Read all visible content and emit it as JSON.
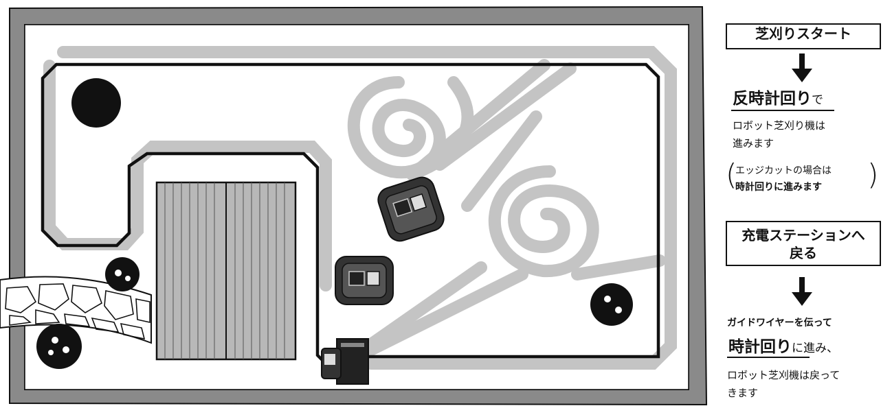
{
  "steps": {
    "start": {
      "box_label": "芝刈りスタート",
      "direction_bold": "反時計回り",
      "direction_suffix": "で",
      "line1": "ロボット芝刈り機は",
      "line2": "進みます",
      "note_line1": "エッジカットの場合は",
      "note_line2": "時計回りに進みます"
    },
    "return": {
      "box_line1": "充電ステーションへ",
      "box_line2": "戻る",
      "line1": "ガイドワイヤーを伝って",
      "direction_bold": "時計回り",
      "direction_suffix": "に進み、",
      "line2": "ロボット芝刈機は戻って",
      "line3": "きます"
    }
  },
  "colors": {
    "wire": "#111111",
    "mowing_path": "#c4c4c4",
    "hedge": "#8a8a8a",
    "deck": "#b8b8b8"
  }
}
